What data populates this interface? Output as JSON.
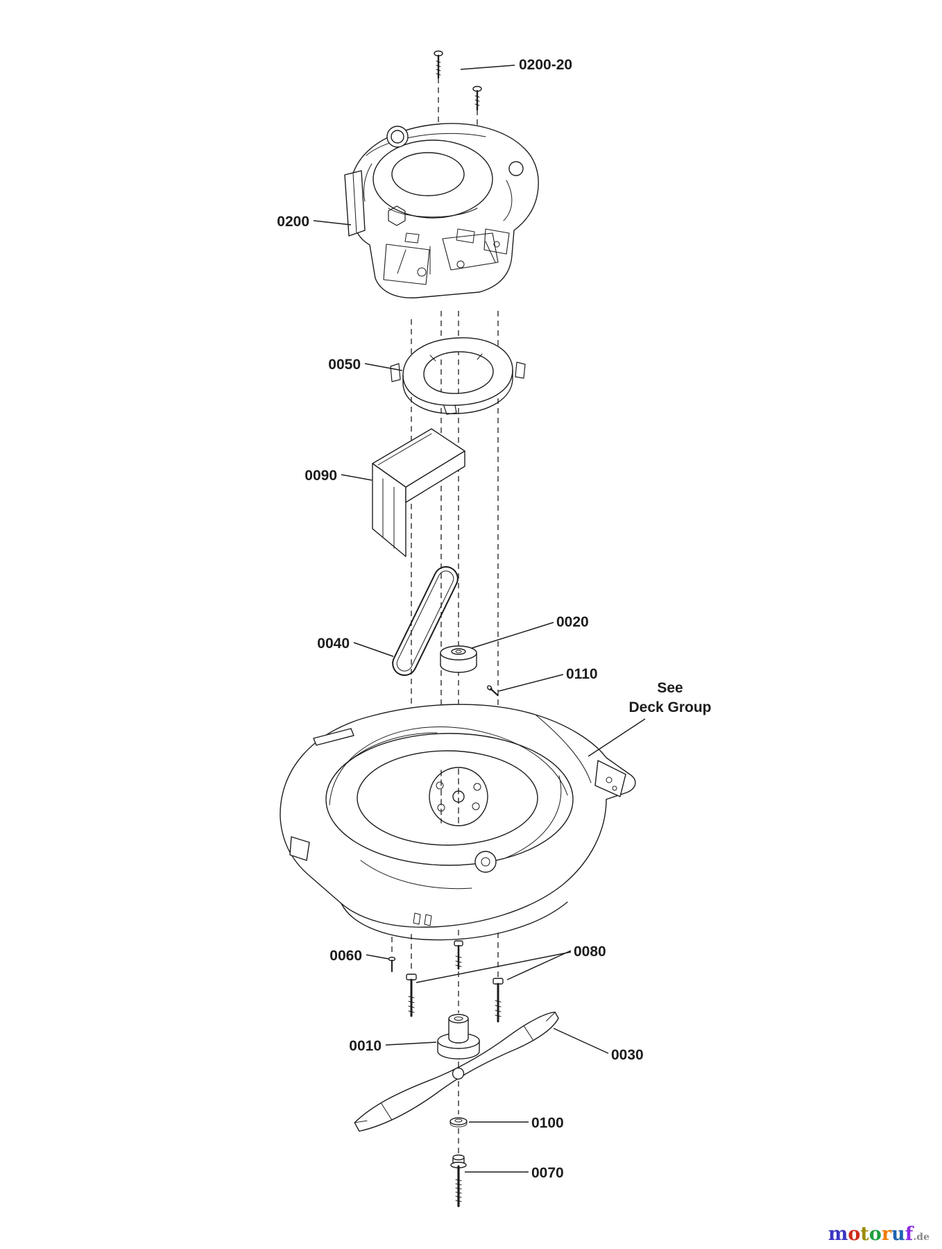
{
  "theme": {
    "ink": "#1c1c1c",
    "background": "#ffffff"
  },
  "diagram": {
    "callouts": {
      "c0200_20": "0200-20",
      "c0200": "0200",
      "c0050": "0050",
      "c0090": "0090",
      "c0040": "0040",
      "c0020": "0020",
      "c0110": "0110",
      "c0060": "0060",
      "c0080": "0080",
      "c0010": "0010",
      "c0030": "0030",
      "c0100": "0100",
      "c0070": "0070"
    },
    "note": {
      "line1": "See",
      "line2": "Deck Group"
    }
  },
  "footer": {
    "brand": {
      "letters": [
        {
          "ch": "m",
          "color": "#3a35c2"
        },
        {
          "ch": "o",
          "color": "#cf2a1b"
        },
        {
          "ch": "t",
          "color": "#9a8c00"
        },
        {
          "ch": "o",
          "color": "#1e9e3e"
        },
        {
          "ch": "r",
          "color": "#f07d00"
        },
        {
          "ch": "u",
          "color": "#1e63b0"
        },
        {
          "ch": "f",
          "color": "#8a2be2"
        }
      ],
      "suffix": {
        "text": ".de",
        "color": "#8a8a8a"
      }
    }
  }
}
